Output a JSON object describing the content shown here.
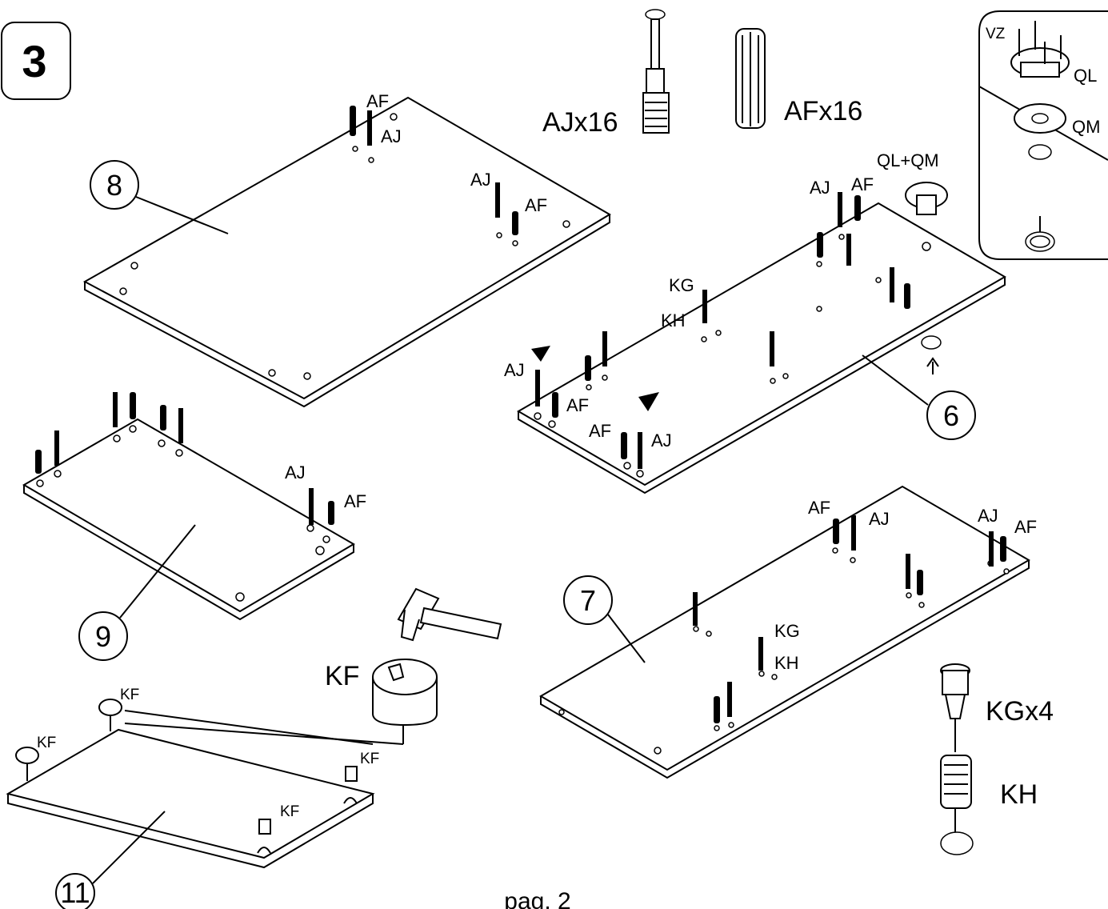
{
  "page": {
    "step_number": "3",
    "footer": "pag. 2"
  },
  "hardware_labels": {
    "aj_count": "AJx16",
    "af_count": "AFx16",
    "kg_count": "KGx4",
    "kh": "KH",
    "kf": "KF",
    "ql_qm": "QL+QM",
    "vz": "VZ",
    "ql": "QL",
    "qm": "QM"
  },
  "parts": {
    "p8": "8",
    "p9": "9",
    "p6": "6",
    "p7": "7",
    "p11": "11"
  },
  "callouts": {
    "aj": "AJ",
    "af": "AF",
    "kg": "KG",
    "kh": "KH",
    "kf": "KF"
  },
  "colors": {
    "line": "#000000",
    "background": "#ffffff"
  }
}
